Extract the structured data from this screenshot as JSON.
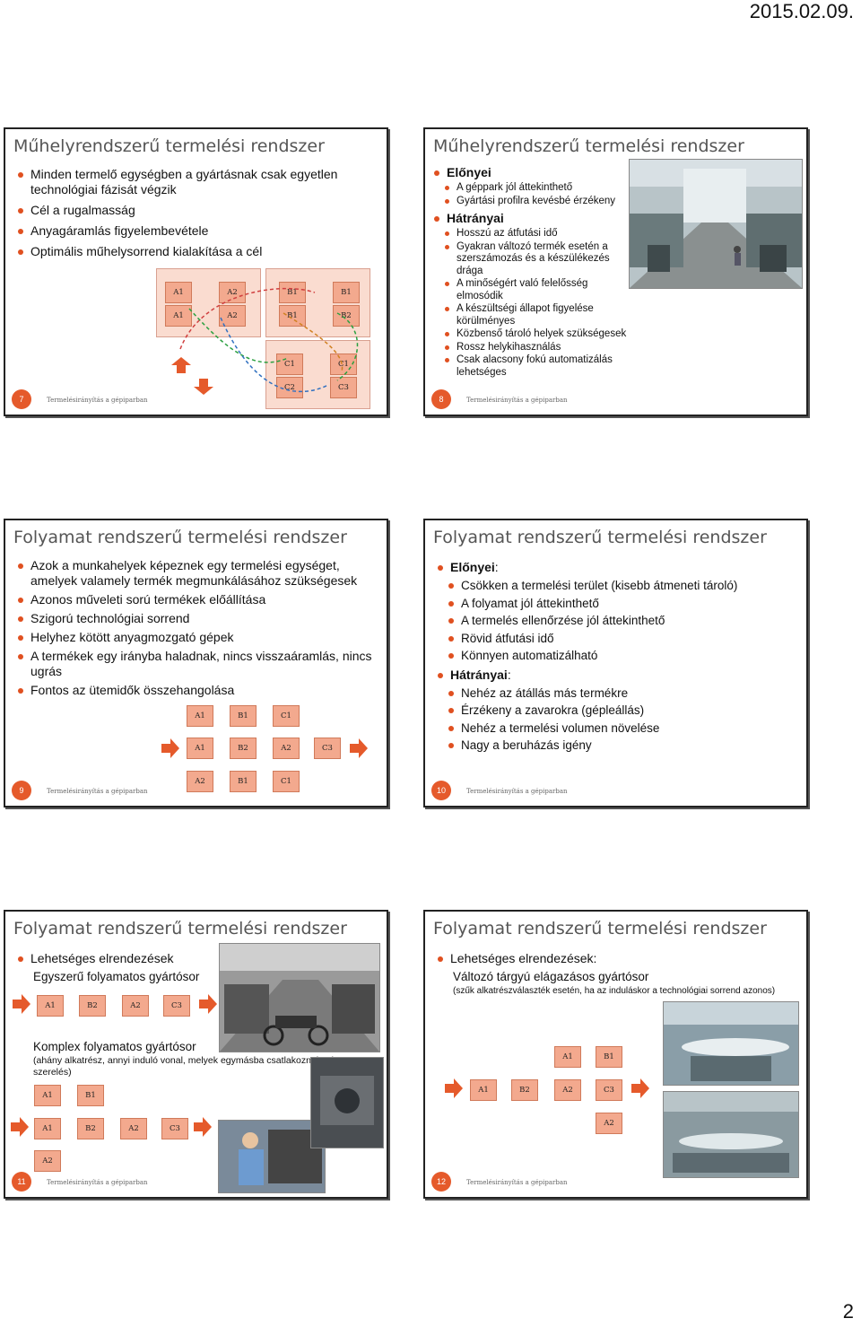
{
  "header": {
    "date": "2015.02.09."
  },
  "footer": {
    "page_number": "2"
  },
  "footer_text": "Termelésirányítás a gépiparban",
  "slides": {
    "s7": {
      "num": "7",
      "title": "Műhelyrendszerű termelési rendszer",
      "bullets": [
        "Minden termelő egységben a gyártásnak csak egyetlen technológiai fázisát végzik",
        "Cél a rugalmasság",
        "Anyagáramlás figyelembevétele",
        "Optimális műhelysorrend kialakítása a cél"
      ],
      "boxes": [
        "A1",
        "A2",
        "B1",
        "B1",
        "A1",
        "A2",
        "B1",
        "B2",
        "C1",
        "C1",
        "C2",
        "C3"
      ]
    },
    "s8": {
      "num": "8",
      "title": "Műhelyrendszerű termelési rendszer",
      "adv_head": "Előnyei",
      "adv": [
        "A géppark jól áttekinthető",
        "Gyártási profilra kevésbé érzékeny"
      ],
      "dis_head": "Hátrányai",
      "dis": [
        "Hosszú az átfutási idő",
        "Gyakran változó termék esetén a szerszámozás és a készülékezés drága",
        "A minőségért való felelősség elmosódik",
        "A készültségi állapot figyelése körülményes",
        "Közbenső tároló helyek szükségesek",
        "Rossz helykihasználás",
        "Csak alacsony fokú automatizálás lehetséges"
      ]
    },
    "s9": {
      "num": "9",
      "title": "Folyamat rendszerű termelési rendszer",
      "bullets": [
        "Azok a munkahelyek képeznek egy termelési egységet, amelyek valamely termék megmunkálásához szükségesek",
        "Azonos műveleti sorú termékek előállítása",
        "Szigorú technológiai sorrend",
        "Helyhez kötött anyagmozgató gépek",
        "A termékek egy irányba haladnak, nincs visszaáramlás, nincs ugrás",
        "Fontos az ütemidők összehangolása"
      ],
      "row1": [
        "A1",
        "B1",
        "C1"
      ],
      "row2": [
        "A1",
        "B2",
        "A2",
        "C3"
      ],
      "row3": [
        "A2",
        "B1",
        "C1"
      ]
    },
    "s10": {
      "num": "10",
      "title": "Folyamat rendszerű termelési rendszer",
      "adv_head": "Előnyei",
      "adv": [
        "Csökken a termelési terület (kisebb átmeneti tároló)",
        "A folyamat jól áttekinthető",
        "A termelés ellenőrzése jól áttekinthető",
        "Rövid átfutási idő",
        "Könnyen automatizálható"
      ],
      "dis_head": "Hátrányai",
      "dis": [
        "Nehéz az átállás más termékre",
        "Érzékeny a zavarokra (gépleállás)",
        "Nehéz a termelési volumen növelése",
        "Nagy a beruházás igény"
      ]
    },
    "s11": {
      "num": "11",
      "title": "Folyamat rendszerű termelési rendszer",
      "bullet": "Lehetséges elrendezések",
      "sub1": "Egyszerű folyamatos gyártósor",
      "row1": [
        "A1",
        "B2",
        "A2",
        "C3"
      ],
      "sub2": "Komplex folyamatos gyártósor",
      "sub2_note": "(ahány alkatrész, annyi induló vonal, melyek egymásba csatlakoznak, pl. szerelés)",
      "row2": [
        "A1",
        "B1"
      ],
      "row3": [
        "A1",
        "B2",
        "A2",
        "C3"
      ],
      "row4": [
        "A2"
      ]
    },
    "s12": {
      "num": "12",
      "title": "Folyamat rendszerű termelési rendszer",
      "bullet": "Lehetséges elrendezések:",
      "sub1": "Változó tárgyú elágazásos gyártósor",
      "note": "(szűk alkatrészválaszték esetén, ha az induláskor a technológiai sorrend azonos)",
      "row1": [
        "A1",
        "B1"
      ],
      "row2": [
        "A1",
        "B2",
        "A2",
        "C3"
      ],
      "row3": [
        "A2"
      ]
    }
  },
  "colors": {
    "accent": "#e05020",
    "box": "#f3a98e",
    "zone": "#fadcd0"
  }
}
